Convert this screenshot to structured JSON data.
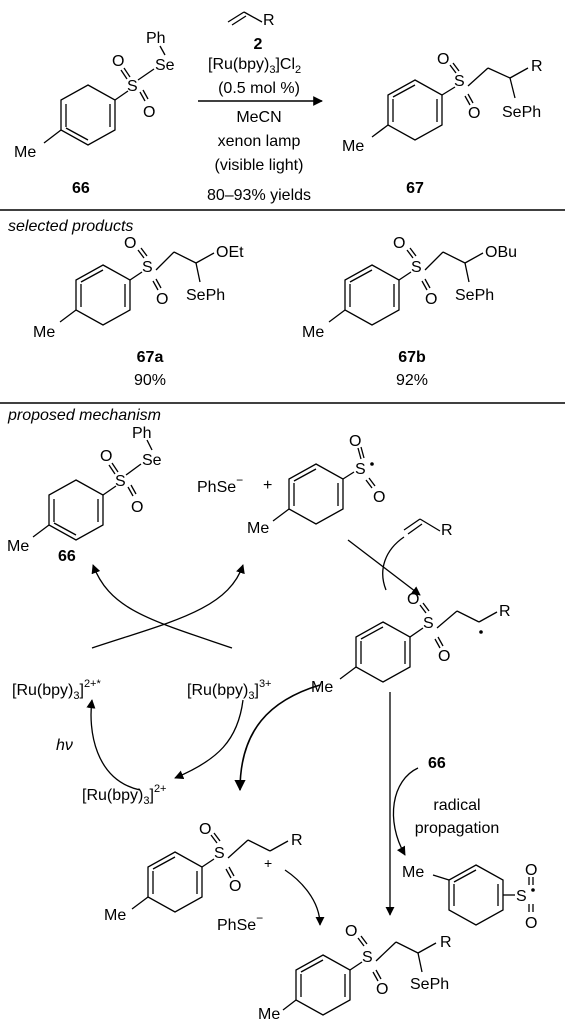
{
  "reaction": {
    "reactant": {
      "ph": "Ph",
      "se": "Se",
      "s": "S",
      "o1": "O",
      "o2": "O",
      "me": "Me",
      "label": "66"
    },
    "conditions": {
      "alkene_r": "R",
      "reagent_label": "2",
      "catalyst": "[Ru(bpy)",
      "catalyst_sub": "3",
      "catalyst_end": "]Cl",
      "catalyst_end_sub": "2",
      "loading": "(0.5 mol %)",
      "solvent": "MeCN",
      "light1": "xenon lamp",
      "light2": "(visible light)",
      "yields": "80–93% yields"
    },
    "product": {
      "s": "S",
      "o1": "O",
      "o2": "O",
      "me": "Me",
      "r": "R",
      "seph": "SePh",
      "label": "67"
    }
  },
  "selected": {
    "heading": "selected products",
    "a": {
      "s": "S",
      "o1": "O",
      "o2": "O",
      "me": "Me",
      "sub": "OEt",
      "seph": "SePh",
      "label": "67a",
      "yield": "90%"
    },
    "b": {
      "s": "S",
      "o1": "O",
      "o2": "O",
      "me": "Me",
      "sub": "OBu",
      "seph": "SePh",
      "label": "67b",
      "yield": "92%"
    }
  },
  "mechanism": {
    "heading": "proposed mechanism",
    "m66": {
      "ph": "Ph",
      "se": "Se",
      "s": "S",
      "o1": "O",
      "o2": "O",
      "me": "Me",
      "label": "66"
    },
    "phse_anion": "PhSe",
    "minus": "−",
    "plus": "+",
    "sulfonyl_radical": {
      "s": "S",
      "o1": "O",
      "o2": "O",
      "me": "Me"
    },
    "alkene_r": "R",
    "adduct_radical": {
      "s": "S",
      "o1": "O",
      "o2": "O",
      "me": "Me",
      "r": "R"
    },
    "ru_excited": {
      "main": "[Ru(bpy)",
      "sub": "3",
      "end": "]",
      "sup": "2+*"
    },
    "ru_three": {
      "main": "[Ru(bpy)",
      "sub": "3",
      "end": "]",
      "sup": "3+"
    },
    "ru_two": {
      "main": "[Ru(bpy)",
      "sub": "3",
      "end": "]",
      "sup": "2+"
    },
    "hv": "hν",
    "reagent_66": "66",
    "propagation1": "radical",
    "propagation2": "propagation",
    "cation": {
      "s": "S",
      "o1": "O",
      "o2": "O",
      "me": "Me",
      "r": "R",
      "plus": "+"
    },
    "regen_radical": {
      "s": "S",
      "o1": "O",
      "o2": "O",
      "me": "Me"
    },
    "phse2": "PhSe",
    "minus2": "−",
    "final": {
      "s": "S",
      "o1": "O",
      "o2": "O",
      "me": "Me",
      "r": "R",
      "seph": "SePh"
    }
  }
}
